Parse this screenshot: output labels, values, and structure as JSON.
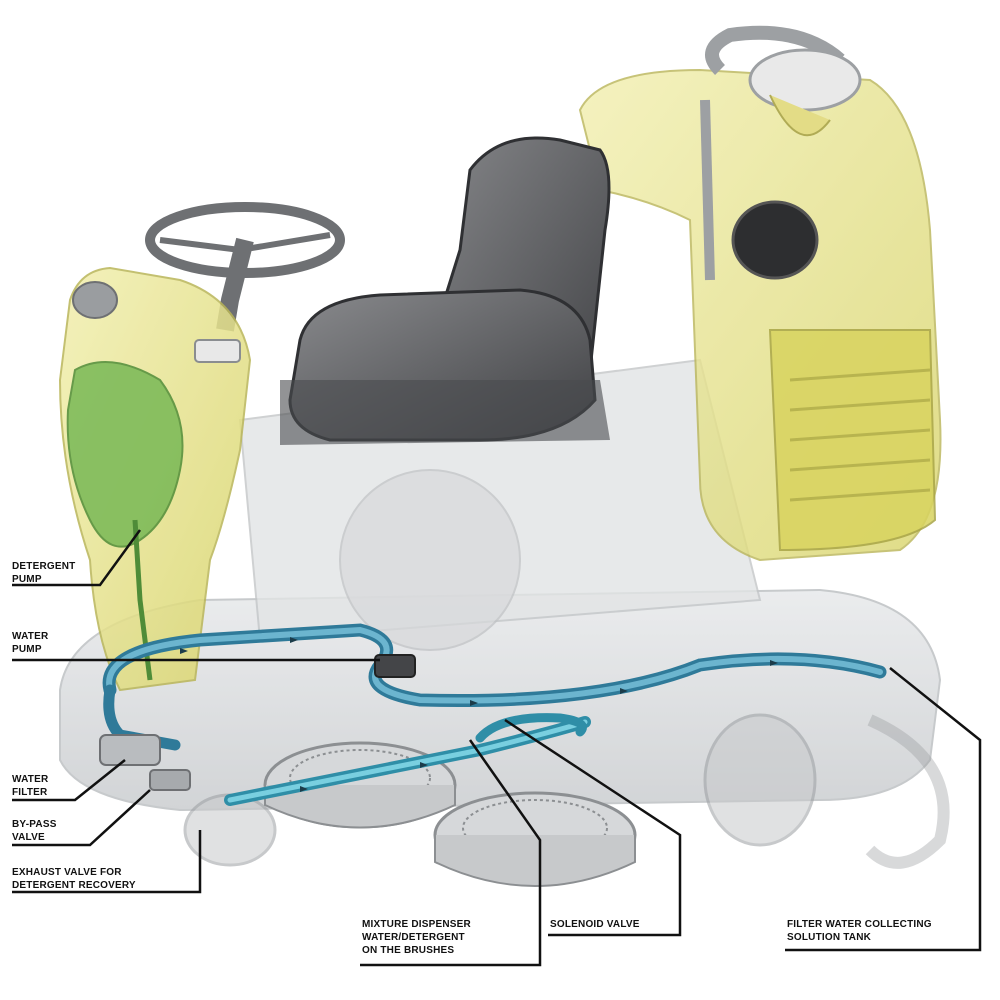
{
  "colors": {
    "yellow_tank": "#e6e38a",
    "green_tank": "#7fc05a",
    "seat": "#5a5b5d",
    "body_grey": "#d4d6d8",
    "hose_blue": "#3f8fb0",
    "hose_cyan": "#4fb3c8",
    "leader_line": "#111111"
  },
  "labels": {
    "detergent_pump": [
      "DETERGENT",
      "PUMP"
    ],
    "water_pump": [
      "WATER",
      "PUMP"
    ],
    "water_filter": [
      "WATER",
      "FILTER"
    ],
    "bypass_valve": [
      "BY-PASS",
      "VALVE"
    ],
    "exhaust_valve": [
      "EXHAUST VALVE FOR",
      "DETERGENT RECOVERY"
    ],
    "mixture_dispenser": [
      "MIXTURE DISPENSER",
      "WATER/DETERGENT",
      "ON THE BRUSHES"
    ],
    "solenoid_valve": [
      "SOLENOID VALVE"
    ],
    "filter_water_tank": [
      "FILTER WATER COLLECTING",
      "SOLUTION TANK"
    ]
  }
}
